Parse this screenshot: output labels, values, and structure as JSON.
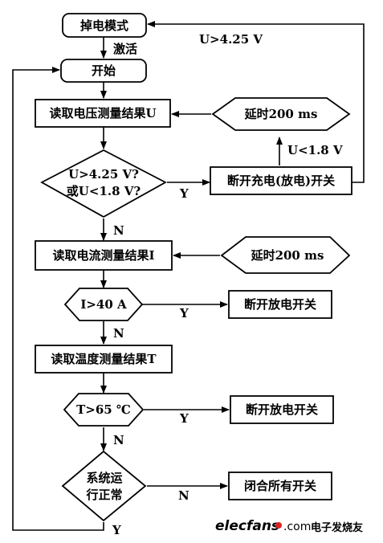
{
  "nodes": {
    "power_down_mode": "掉电模式",
    "start": "开始",
    "read_voltage": "读取电压测量结果U",
    "voltage_check_line1": "U>4.25 V?",
    "voltage_check_line2": "或U<1.8 V?",
    "cut_charge_discharge_switch": "断开充电(放电)开关",
    "delay_1": "延时200 ms",
    "read_current": "读取电流测量结果I",
    "delay_2": "延时200 ms",
    "current_check": "I>40 A",
    "cut_discharge_switch_1": "断开放电开关",
    "read_temperature": "读取温度测量结果T",
    "temperature_check": "T>65 ℃",
    "cut_discharge_switch_2": "断开放电开关",
    "system_normal_line1": "系统运",
    "system_normal_line2": "行正常",
    "close_all_switches": "闭合所有开关"
  },
  "edges": {
    "activate": "激活",
    "u_over": "U>4.25 V",
    "u_under": "U<1.8 V",
    "voltage_yes": "Y",
    "voltage_no": "N",
    "current_yes": "Y",
    "current_no": "N",
    "temperature_yes": "Y",
    "temperature_no": "N",
    "system_no": "N",
    "system_yes": "Y"
  },
  "watermark": {
    "brand": "elecfans",
    "domain": ".com",
    "cn": "电子发烧友"
  },
  "colors": {
    "line": "#000000",
    "watermark_blue": "#1d5fa8",
    "watermark_red": "#d8231f"
  }
}
